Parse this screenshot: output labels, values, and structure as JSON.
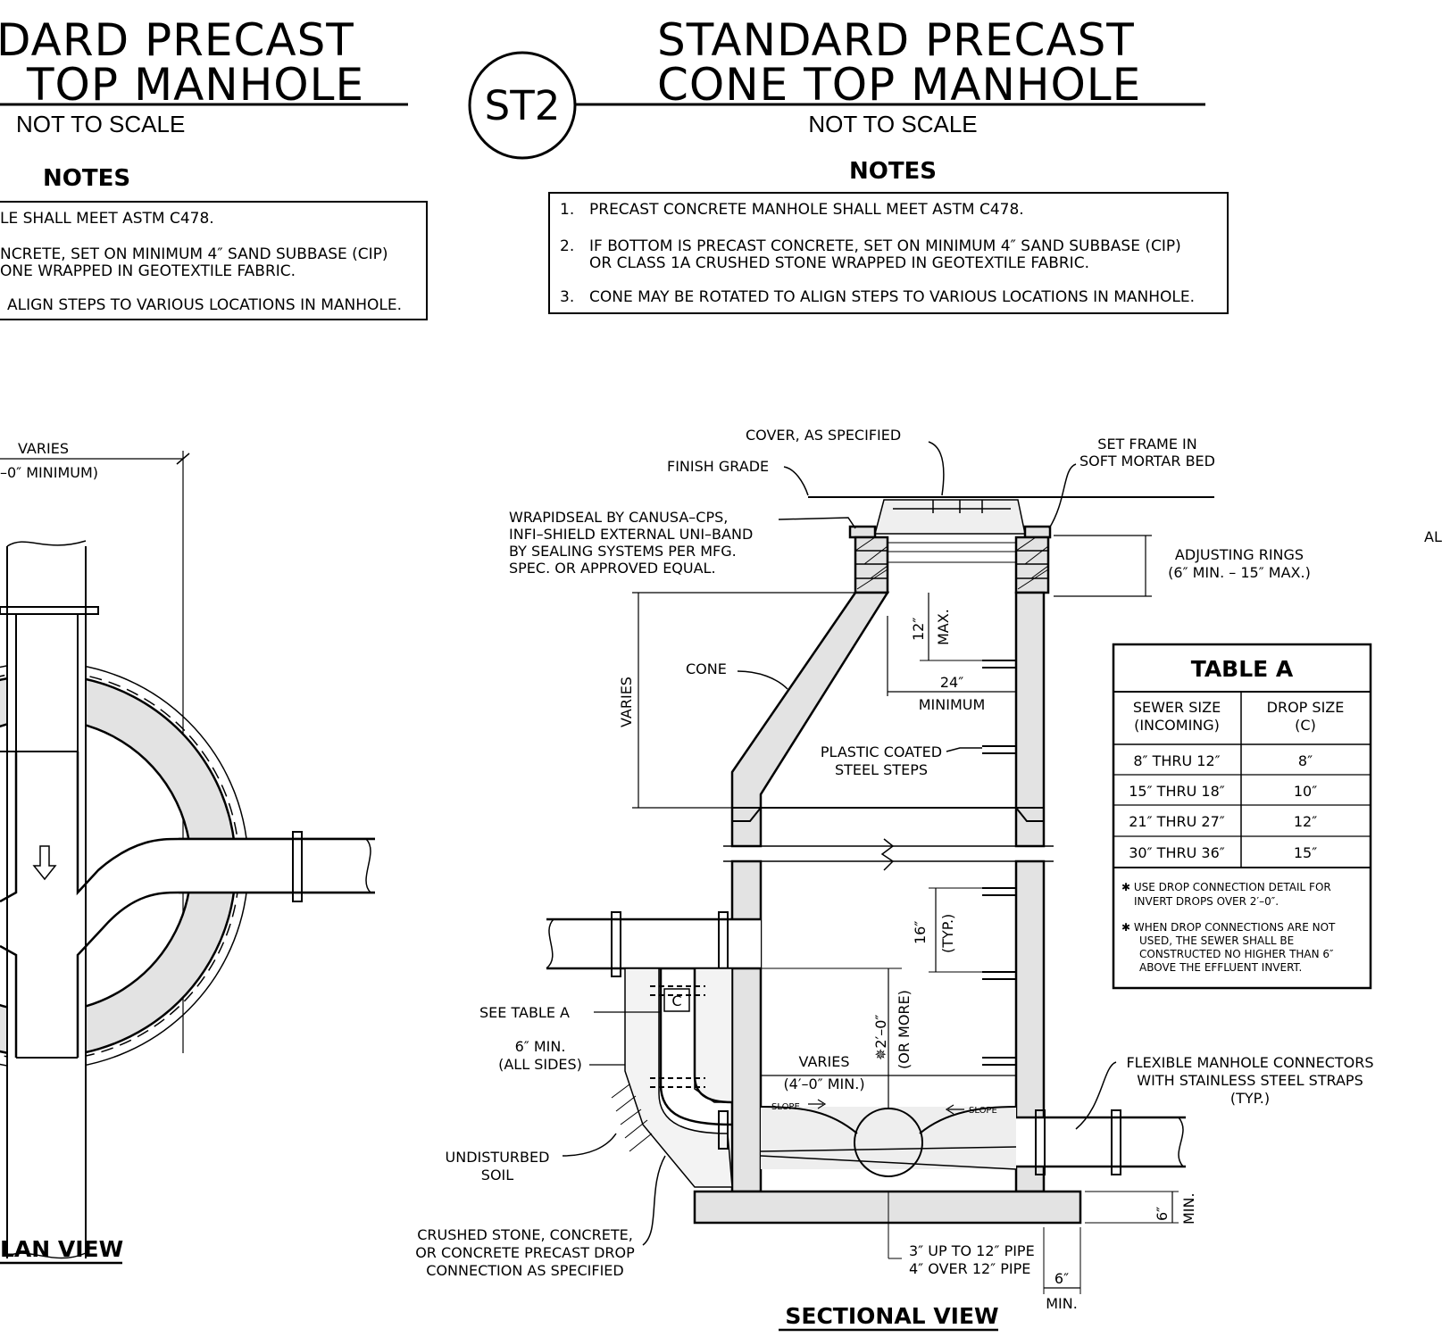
{
  "left_panel": {
    "title_line1": "DARD PRECAST",
    "title_line2": "TOP MANHOLE",
    "scale": "NOT TO SCALE",
    "notes_heading": "NOTES",
    "note1": "LE SHALL MEET ASTM C478.",
    "note2a": "NCRETE, SET ON MINIMUM 4″ SAND SUBBASE (CIP)",
    "note2b": "ONE WRAPPED IN GEOTEXTILE FABRIC.",
    "note3": "ALIGN STEPS TO VARIOUS LOCATIONS IN MANHOLE.",
    "dim_varies": "VARIES",
    "dim_min": "–0″ MINIMUM)",
    "view_label": "LAN VIEW"
  },
  "right_panel": {
    "detail_id": "ST2",
    "title_line1": "STANDARD PRECAST",
    "title_line2": "CONE TOP MANHOLE",
    "scale": "NOT TO SCALE",
    "notes_heading": "NOTES",
    "notes": [
      {
        "num": "1.",
        "line1": "PRECAST CONCRETE MANHOLE SHALL MEET ASTM C478.",
        "line2": ""
      },
      {
        "num": "2.",
        "line1": "IF BOTTOM IS PRECAST CONCRETE, SET ON MINIMUM 4″ SAND SUBBASE (CIP)",
        "line2": "OR CLASS 1A CRUSHED STONE WRAPPED IN GEOTEXTILE FABRIC."
      },
      {
        "num": "3.",
        "line1": "CONE MAY BE ROTATED TO ALIGN STEPS TO VARIOUS LOCATIONS IN MANHOLE.",
        "line2": ""
      }
    ],
    "view_label": "SECTIONAL VIEW"
  },
  "callouts": {
    "cover": "COVER, AS SPECIFIED",
    "finish_grade": "FINISH GRADE",
    "set_frame1": "SET FRAME IN",
    "set_frame2": "SOFT MORTAR BED",
    "wrap1": "WRAPIDSEAL BY CANUSA–CPS,",
    "wrap2": "INFI–SHIELD EXTERNAL UNI–BAND",
    "wrap3": "BY SEALING SYSTEMS PER MFG.",
    "wrap4": "SPEC. OR APPROVED EQUAL.",
    "adj1": "ADJUSTING RINGS",
    "adj2": "(6″ MIN. – 15″ MAX.)",
    "cone": "CONE",
    "varies_v": "VARIES",
    "dim_12": "12″",
    "dim_max": "MAX.",
    "dim_24": "24″",
    "dim_minimum": "MINIMUM",
    "steps1": "PLASTIC COATED",
    "steps2": "STEEL STEPS",
    "dim_16": "16″",
    "dim_typ": "(TYP.)",
    "dim_2ft": "✵2′–0″",
    "dim_ormore": "(OR MORE)",
    "see_table": "SEE TABLE A",
    "c_label": "C",
    "six_min1": "6″ MIN.",
    "six_min2": "(ALL SIDES)",
    "varies_h": "VARIES",
    "four_min": "(4′–0″ MIN.)",
    "slope_l": "SLOPE",
    "slope_r": "SLOPE",
    "undist1": "UNDISTURBED",
    "undist2": "SOIL",
    "crushed1": "CRUSHED STONE, CONCRETE,",
    "crushed2": "OR CONCRETE PRECAST DROP",
    "crushed3": "CONNECTION AS SPECIFIED",
    "flex1": "FLEXIBLE MANHOLE CONNECTORS",
    "flex2": "WITH STAINLESS STEEL STRAPS",
    "flex3": "(TYP.)",
    "base1": "3″ UP TO 12″ PIPE",
    "base2": "4″ OVER 12″ PIPE",
    "dim_6a": "6″",
    "dim_6a_min": "MIN.",
    "dim_6b": "6″",
    "dim_6b_min": "MIN.",
    "edge_text": "AL"
  },
  "table_a": {
    "title": "TABLE A",
    "col1_h1": "SEWER SIZE",
    "col1_h2": "(INCOMING)",
    "col2_h1": "DROP SIZE",
    "col2_h2": "(C)",
    "rows": [
      {
        "sewer": "8″ THRU 12″",
        "drop": "8″"
      },
      {
        "sewer": "15″ THRU 18″",
        "drop": "10″"
      },
      {
        "sewer": "21″ THRU 27″",
        "drop": "12″"
      },
      {
        "sewer": "30″ THRU 36″",
        "drop": "15″"
      }
    ],
    "note1a": "✱ USE DROP CONNECTION DETAIL FOR",
    "note1b": "INVERT DROPS OVER 2′–0″.",
    "note2a": "✱ WHEN DROP CONNECTIONS ARE NOT",
    "note2b": "USED, THE SEWER SHALL BE",
    "note2c": "CONSTRUCTED NO HIGHER THAN 6″",
    "note2d": "ABOVE THE EFFLUENT INVERT."
  }
}
